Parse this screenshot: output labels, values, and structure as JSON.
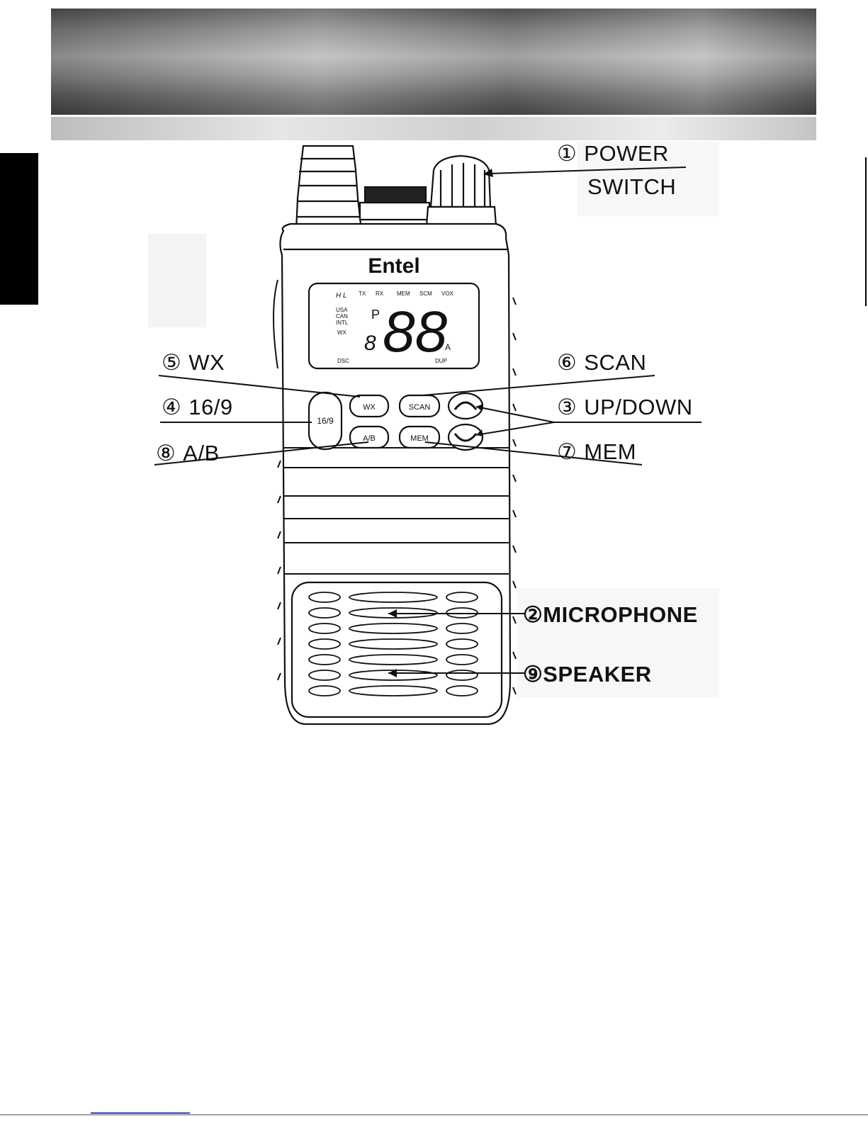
{
  "device": {
    "brand": "Entel",
    "lcd": {
      "top_icons": [
        "H L",
        "TX",
        "RX",
        "MEM",
        "SCM",
        "VOX"
      ],
      "left_labels": [
        "USA",
        "CAN",
        "INTL",
        "WX"
      ],
      "prefix": "P",
      "small_digit": "8",
      "digits": "88",
      "suffix": "A",
      "bottom_left": "DSC",
      "bottom_right": "DUP"
    },
    "buttons": {
      "wx": "WX",
      "scan": "SCAN",
      "ch169": "16/9",
      "ab": "A/B",
      "mem": "MEM"
    }
  },
  "callouts": {
    "power": {
      "num": "①",
      "label": "POWER",
      "label2": "SWITCH"
    },
    "microphone": {
      "num": "②",
      "label": "MICROPHONE"
    },
    "updown": {
      "num": "③",
      "label": "UP/DOWN"
    },
    "ch169": {
      "num": "④",
      "label": "16/9"
    },
    "wx": {
      "num": "⑤",
      "label": "WX"
    },
    "scan": {
      "num": "⑥",
      "label": "SCAN"
    },
    "mem": {
      "num": "⑦",
      "label": "MEM"
    },
    "ab": {
      "num": "⑧",
      "label": "A/B"
    },
    "speaker": {
      "num": "⑨",
      "label": "SPEAKER"
    }
  }
}
